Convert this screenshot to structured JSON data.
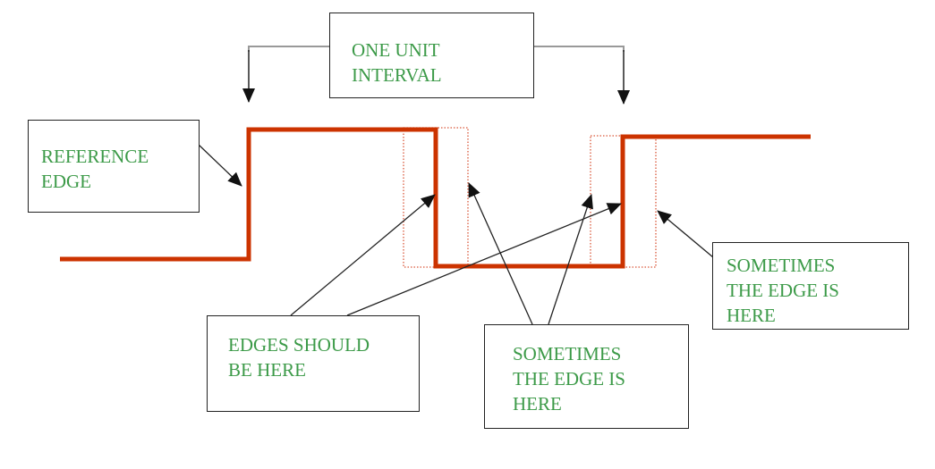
{
  "diagram": {
    "title": "Timing edge jitter illustration",
    "colors": {
      "signal": "#cc3300",
      "label_text": "#3c9a48",
      "box_border": "#222222",
      "arrow": "#222222",
      "connector": "#999999",
      "window": "#d9583a"
    },
    "labels": {
      "unit_interval": "ONE UNIT\nINTERVAL",
      "reference_edge": "REFERENCE\nEDGE",
      "edges_should": "EDGES SHOULD\nBE HERE",
      "sometimes_middle": "SOMETIMES\nTHE EDGE IS\nHERE",
      "sometimes_right": "SOMETIMES\nTHE EDGE IS\nHERE"
    },
    "signal": {
      "description": "Square wave: low, reference rising edge, high, falling edge, low, rising edge, high",
      "levels": [
        "low",
        "high",
        "low",
        "high"
      ]
    },
    "windows": [
      "falling-edge-jitter-window",
      "rising-edge-jitter-window"
    ]
  }
}
